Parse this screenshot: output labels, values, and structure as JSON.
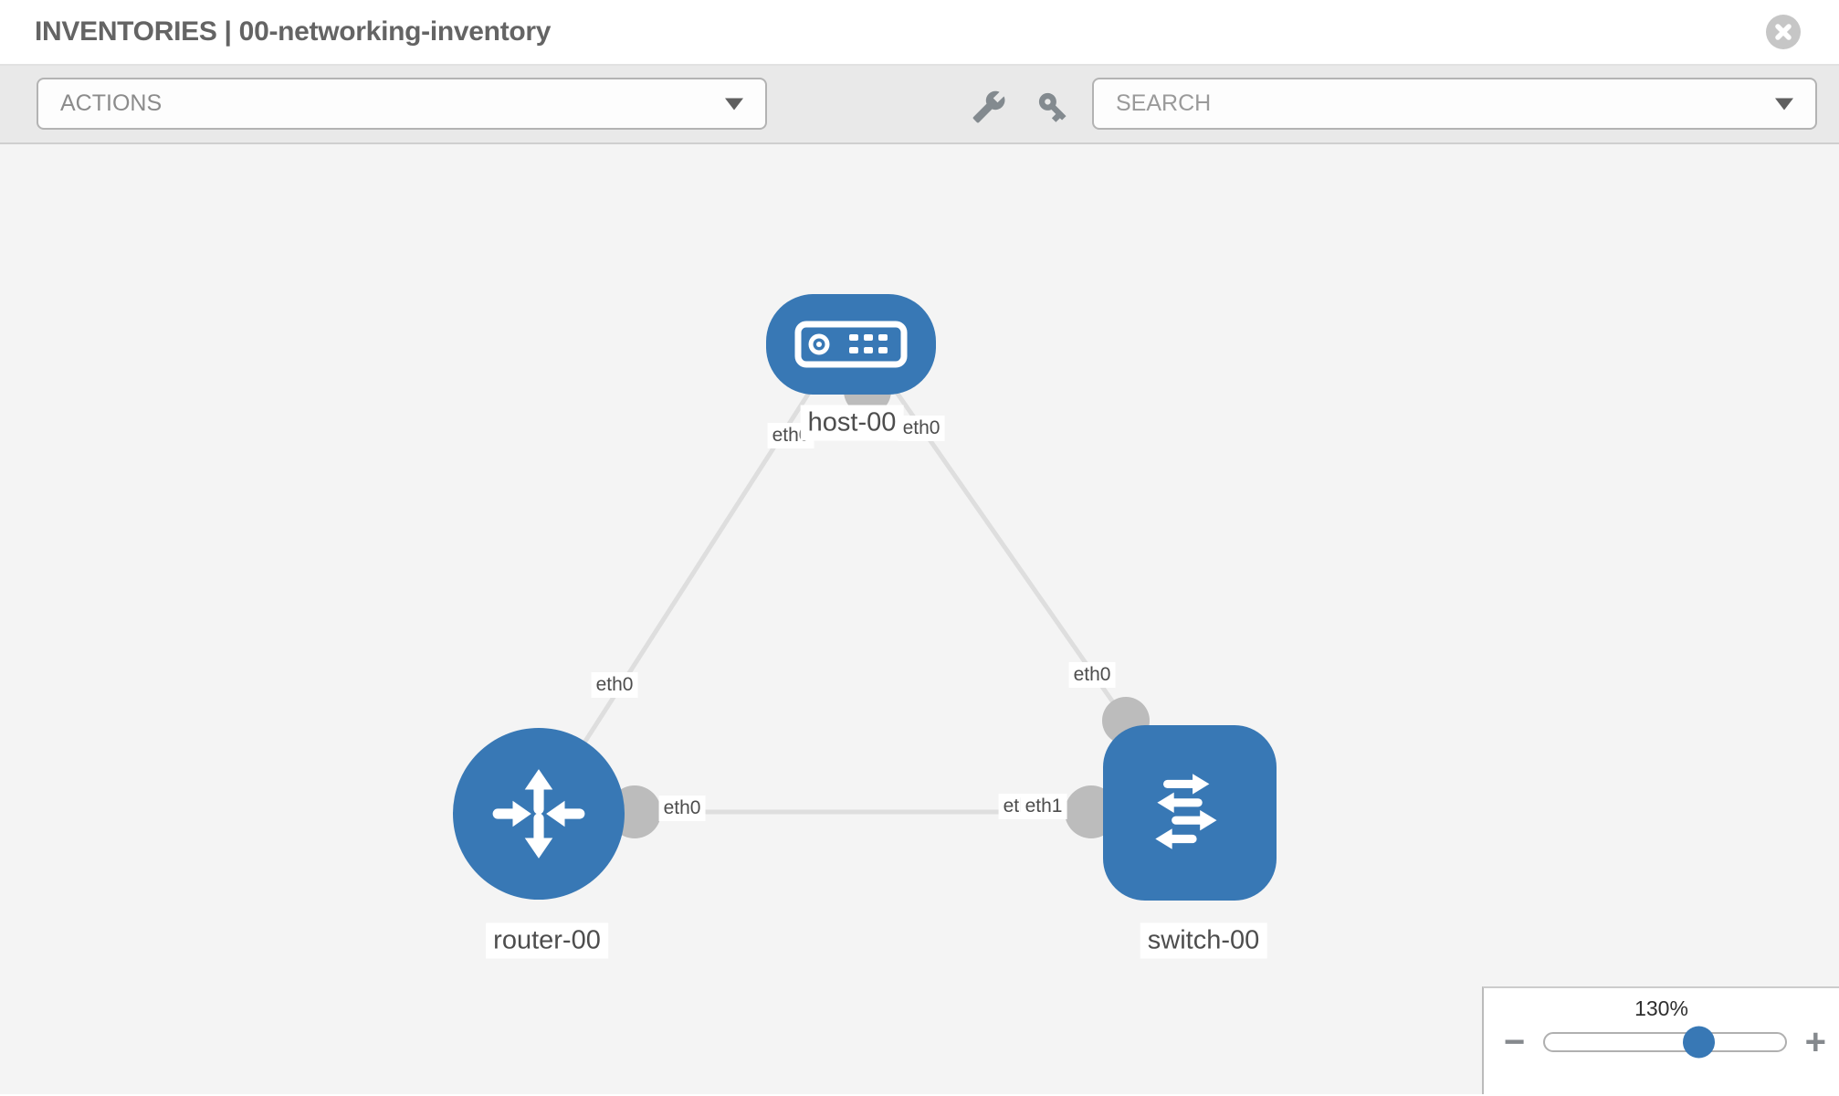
{
  "window": {
    "title": "INVENTORIES | 00-networking-inventory"
  },
  "header": {
    "close_icon": "close-icon"
  },
  "toolbar": {
    "actions": {
      "label": "ACTIONS"
    },
    "search": {
      "placeholder": "SEARCH"
    },
    "icons": [
      "wrench-icon",
      "key-icon"
    ]
  },
  "topology": {
    "nodes": [
      {
        "id": "host-00",
        "type": "host",
        "label": "host-00",
        "icon": "host-icon"
      },
      {
        "id": "router-00",
        "type": "router",
        "label": "router-00",
        "icon": "router-icon"
      },
      {
        "id": "switch-00",
        "type": "switch",
        "label": "switch-00",
        "icon": "switch-icon"
      }
    ],
    "links": [
      {
        "source": "host-00",
        "source_interface": "eth0",
        "target": "router-00",
        "target_interface": "eth0"
      },
      {
        "source": "host-00",
        "source_interface": "eth0",
        "target": "switch-00",
        "target_interface": "eth0"
      },
      {
        "source": "router-00",
        "source_interface": "eth0",
        "target": "switch-00",
        "target_interface": "eth1"
      }
    ]
  },
  "zoom_control": {
    "level": "130%",
    "minus": "−",
    "plus": "+",
    "percent": 64
  },
  "colors": {
    "node": "#3878b5",
    "interface": "#bcbcbc",
    "link": "#dedede",
    "accent": "#3878b5",
    "canvas_bg": "#f4f4f4",
    "toolbar_bg": "#e9e9e9"
  }
}
